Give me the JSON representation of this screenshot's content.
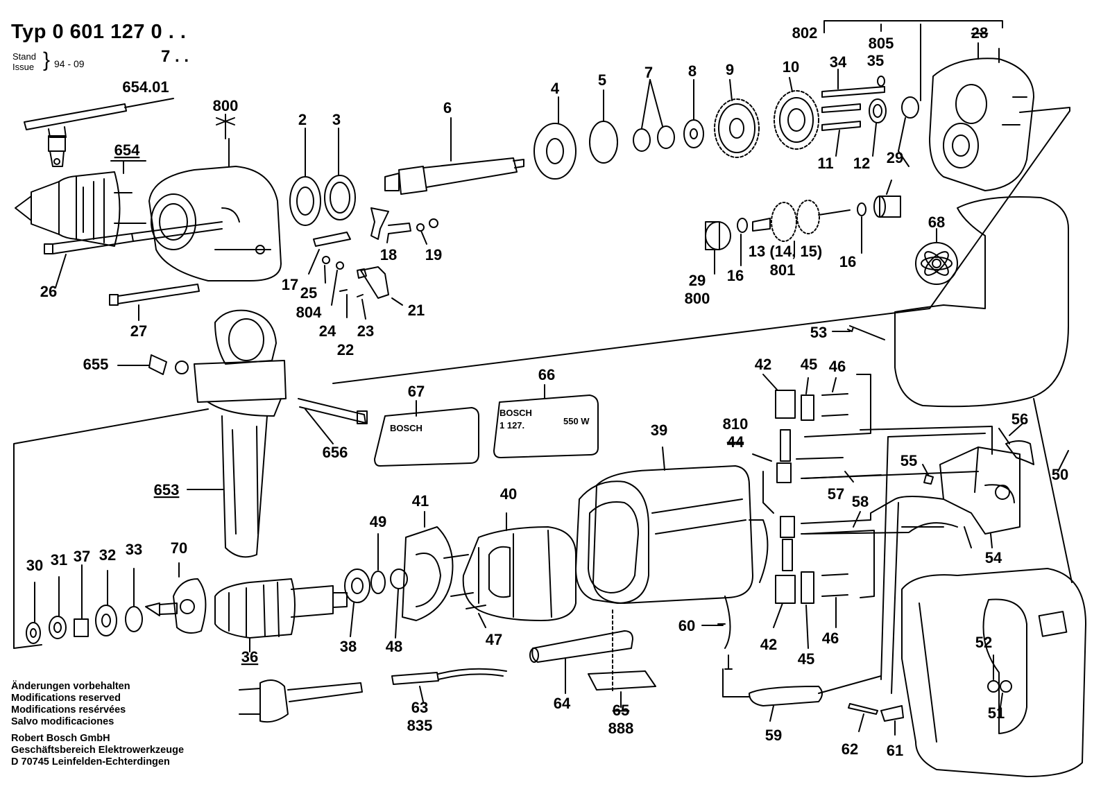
{
  "header": {
    "typ": "Typ 0 601 127 0 . .",
    "typ_variant": "7 . .",
    "stand_label": "Stand",
    "issue_label": "Issue",
    "date": "94 - 09"
  },
  "footer": {
    "modifications": [
      "Änderungen vorbehalten",
      "Modifications reserved",
      "Modifications resérvées",
      "Salvo modificaciones"
    ],
    "company": [
      "Robert Bosch GmbH",
      "Geschäftsbereich Elektrowerkzeuge",
      "D 70745 Leinfelden-Echterdingen"
    ]
  },
  "labels": {
    "label_67": "BOSCH",
    "label_66_brand": "BOSCH",
    "label_66_model": "1 127.",
    "label_66_power": "550 W"
  },
  "parts": [
    {
      "id": "p654_01",
      "text": "654.01"
    },
    {
      "id": "p800a",
      "text": "800"
    },
    {
      "id": "p654",
      "text": "654",
      "underline": true
    },
    {
      "id": "p2",
      "text": "2"
    },
    {
      "id": "p3",
      "text": "3"
    },
    {
      "id": "p6",
      "text": "6"
    },
    {
      "id": "p4",
      "text": "4"
    },
    {
      "id": "p5",
      "text": "5"
    },
    {
      "id": "p7",
      "text": "7"
    },
    {
      "id": "p8",
      "text": "8"
    },
    {
      "id": "p9",
      "text": "9"
    },
    {
      "id": "p10",
      "text": "10"
    },
    {
      "id": "p802",
      "text": "802"
    },
    {
      "id": "p805",
      "text": "805"
    },
    {
      "id": "p28",
      "text": "28",
      "struck": true
    },
    {
      "id": "p34",
      "text": "34"
    },
    {
      "id": "p35",
      "text": "35"
    },
    {
      "id": "p11",
      "text": "11"
    },
    {
      "id": "p12",
      "text": "12"
    },
    {
      "id": "p29a",
      "text": "29"
    },
    {
      "id": "p26",
      "text": "26"
    },
    {
      "id": "p18",
      "text": "18"
    },
    {
      "id": "p19",
      "text": "19"
    },
    {
      "id": "p17",
      "text": "17"
    },
    {
      "id": "p25",
      "text": "25"
    },
    {
      "id": "p804",
      "text": "804"
    },
    {
      "id": "p21",
      "text": "21"
    },
    {
      "id": "p24",
      "text": "24"
    },
    {
      "id": "p23",
      "text": "23"
    },
    {
      "id": "p22",
      "text": "22"
    },
    {
      "id": "p27",
      "text": "27"
    },
    {
      "id": "p29b",
      "text": "29"
    },
    {
      "id": "p800b",
      "text": "800"
    },
    {
      "id": "p16a",
      "text": "16"
    },
    {
      "id": "p13_15",
      "text": "13 (14, 15)"
    },
    {
      "id": "p801",
      "text": "801"
    },
    {
      "id": "p16b",
      "text": "16"
    },
    {
      "id": "p68",
      "text": "68"
    },
    {
      "id": "p53",
      "text": "53"
    },
    {
      "id": "p655",
      "text": "655"
    },
    {
      "id": "p656",
      "text": "656"
    },
    {
      "id": "p67",
      "text": "67"
    },
    {
      "id": "p66",
      "text": "66"
    },
    {
      "id": "p42a",
      "text": "42"
    },
    {
      "id": "p45a",
      "text": "45"
    },
    {
      "id": "p46a",
      "text": "46"
    },
    {
      "id": "p810",
      "text": "810"
    },
    {
      "id": "p44",
      "text": "44",
      "struck": true
    },
    {
      "id": "p39",
      "text": "39"
    },
    {
      "id": "p56",
      "text": "56"
    },
    {
      "id": "p50",
      "text": "50"
    },
    {
      "id": "p55",
      "text": "55"
    },
    {
      "id": "p57",
      "text": "57"
    },
    {
      "id": "p58",
      "text": "58"
    },
    {
      "id": "p54",
      "text": "54"
    },
    {
      "id": "p653",
      "text": "653",
      "underline": true
    },
    {
      "id": "p41",
      "text": "41"
    },
    {
      "id": "p40",
      "text": "40"
    },
    {
      "id": "p49",
      "text": "49"
    },
    {
      "id": "p30",
      "text": "30"
    },
    {
      "id": "p31",
      "text": "31"
    },
    {
      "id": "p37",
      "text": "37"
    },
    {
      "id": "p32",
      "text": "32"
    },
    {
      "id": "p33",
      "text": "33"
    },
    {
      "id": "p70",
      "text": "70"
    },
    {
      "id": "p36",
      "text": "36",
      "underline": true
    },
    {
      "id": "p38",
      "text": "38"
    },
    {
      "id": "p48",
      "text": "48"
    },
    {
      "id": "p47",
      "text": "47"
    },
    {
      "id": "p60",
      "text": "60"
    },
    {
      "id": "p42b",
      "text": "42"
    },
    {
      "id": "p45b",
      "text": "45"
    },
    {
      "id": "p46b",
      "text": "46"
    },
    {
      "id": "p52",
      "text": "52"
    },
    {
      "id": "p51",
      "text": "51"
    },
    {
      "id": "p63",
      "text": "63"
    },
    {
      "id": "p835",
      "text": "835"
    },
    {
      "id": "p64",
      "text": "64"
    },
    {
      "id": "p65",
      "text": "65",
      "struck": true
    },
    {
      "id": "p888",
      "text": "888"
    },
    {
      "id": "p59",
      "text": "59"
    },
    {
      "id": "p62",
      "text": "62"
    },
    {
      "id": "p61",
      "text": "61"
    }
  ]
}
